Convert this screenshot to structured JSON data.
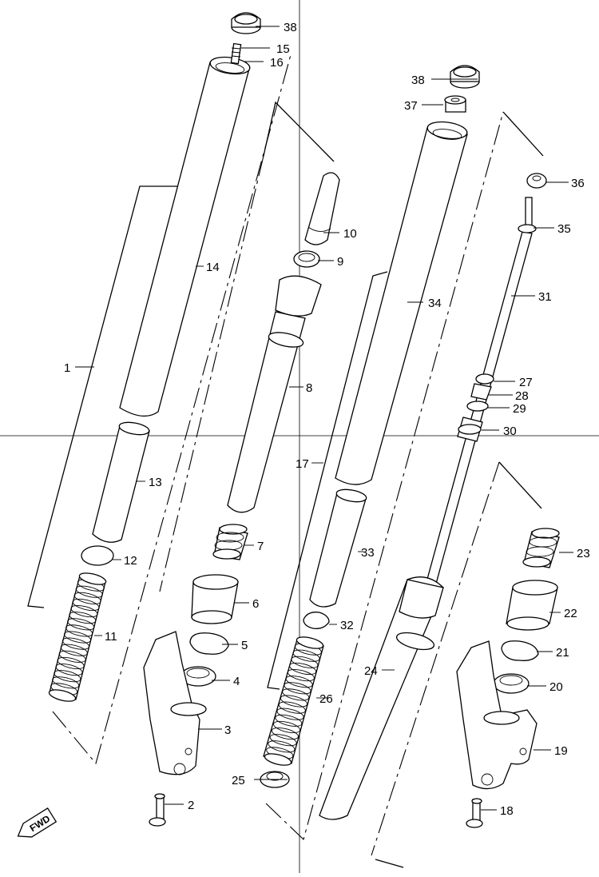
{
  "diagram": {
    "part_labels": {
      "p1": "1",
      "p2": "2",
      "p3": "3",
      "p4": "4",
      "p5": "5",
      "p6": "6",
      "p7": "7",
      "p8": "8",
      "p9": "9",
      "p10": "10",
      "p11": "11",
      "p12": "12",
      "p13": "13",
      "p14": "14",
      "p15": "15",
      "p16": "16",
      "p17": "17",
      "p18": "18",
      "p19": "19",
      "p20": "20",
      "p21": "21",
      "p22": "22",
      "p23": "23",
      "p24": "24",
      "p25": "25",
      "p26": "26",
      "p27": "27",
      "p28": "28",
      "p29": "29",
      "p30": "30",
      "p31": "31",
      "p32": "32",
      "p33": "33",
      "p34": "34",
      "p35": "35",
      "p36": "36",
      "p37": "37",
      "p38a": "38",
      "p38b": "38"
    },
    "fwd_label": "FWD"
  }
}
